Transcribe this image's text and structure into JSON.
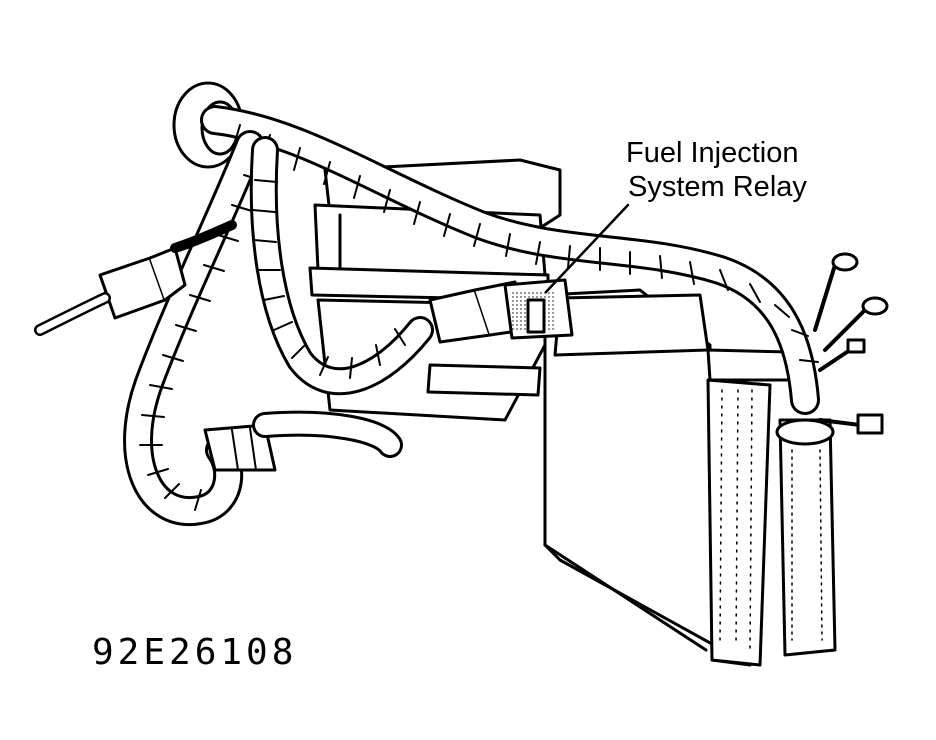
{
  "callout": {
    "line1": "Fuel Injection",
    "line2": "System Relay"
  },
  "figure_id": "92E26108",
  "colors": {
    "ink": "#000000",
    "paper": "#ffffff"
  }
}
